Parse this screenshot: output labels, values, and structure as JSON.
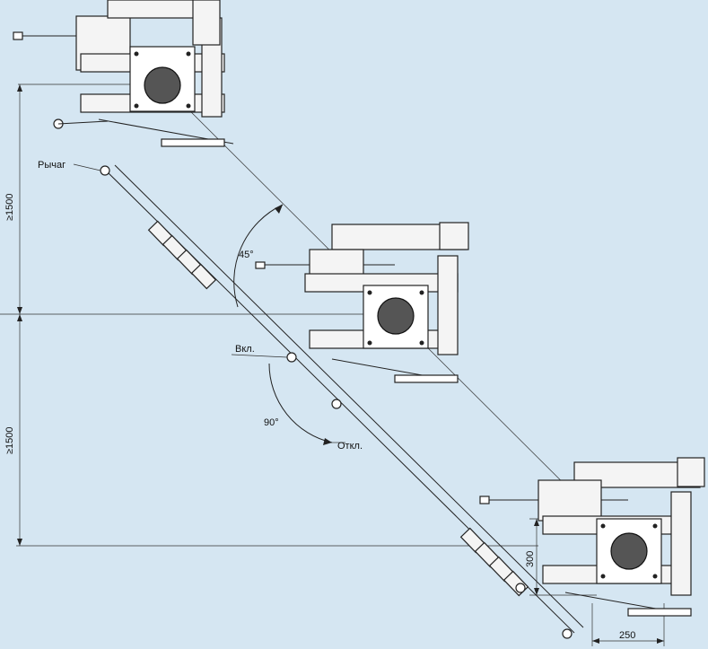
{
  "labels": {
    "lever": "Рычаг",
    "on": "Вкл.",
    "off": "Откл.",
    "angle_45": "45°",
    "angle_90": "90°"
  },
  "dimensions": {
    "vertical_upper": "≥1500",
    "vertical_lower": "≥1500",
    "height_300": "300",
    "width_250": "250"
  },
  "colors": {
    "background": "#d5e6f2",
    "lines": "#222222"
  }
}
